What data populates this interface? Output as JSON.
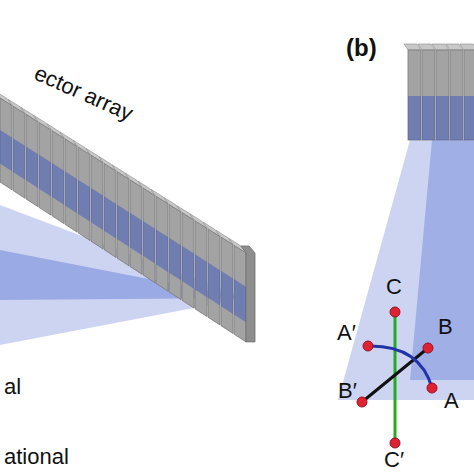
{
  "diagram": {
    "labels": [
      "ector array",
      "(b)",
      "C",
      "A′",
      "B",
      "B′",
      "A",
      "C′",
      "al",
      "ational"
    ]
  }
}
